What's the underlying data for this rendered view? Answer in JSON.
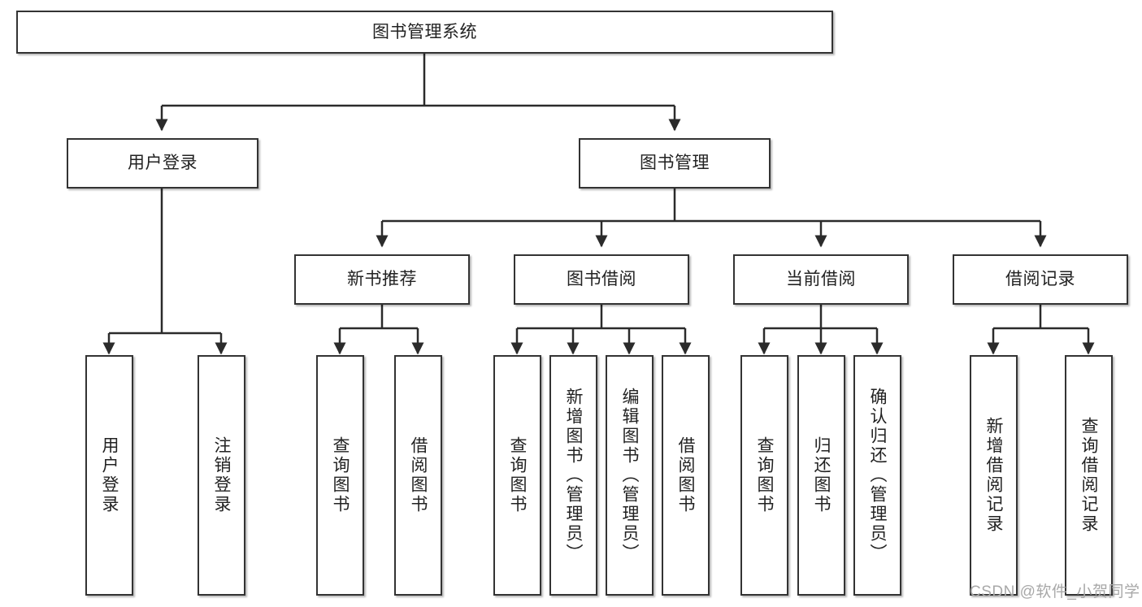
{
  "diagram": {
    "type": "hierarchy-tree",
    "title": "图书管理系统",
    "root": {
      "label": "图书管理系统"
    },
    "level2": [
      {
        "label": "用户登录"
      },
      {
        "label": "图书管理"
      }
    ],
    "level3": [
      {
        "label": "新书推荐"
      },
      {
        "label": "图书借阅"
      },
      {
        "label": "当前借阅"
      },
      {
        "label": "借阅记录"
      }
    ],
    "leaves": {
      "user_login": [
        {
          "label": "用户登录"
        },
        {
          "label": "注销登录"
        }
      ],
      "new_book_recommend": [
        {
          "label": "查询图书"
        },
        {
          "label": "借阅图书"
        }
      ],
      "book_borrow": [
        {
          "label": "查询图书"
        },
        {
          "label": "新增图书（管理员）"
        },
        {
          "label": "编辑图书（管理员）"
        },
        {
          "label": "借阅图书"
        }
      ],
      "current_borrow": [
        {
          "label": "查询图书"
        },
        {
          "label": "归还图书"
        },
        {
          "label": "确认归还（管理员）"
        }
      ],
      "borrow_record": [
        {
          "label": "新增借阅记录"
        },
        {
          "label": "查询借阅记录"
        }
      ]
    }
  },
  "watermark": {
    "text": "CSDN @软件_小贺同学"
  },
  "colors": {
    "box_border": "#333333",
    "background": "#ffffff",
    "text": "#222222",
    "watermark": "#a8a8a8",
    "edge": "#2b2b2b"
  }
}
